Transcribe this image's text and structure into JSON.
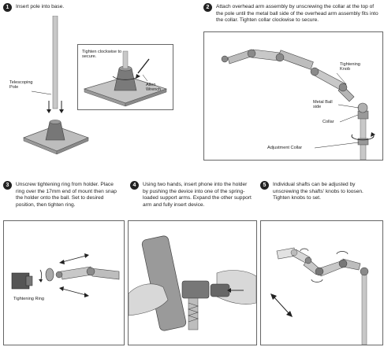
{
  "steps": [
    {
      "number": "1",
      "text": "Insert pole into base."
    },
    {
      "number": "2",
      "text": "Attach overhead arm assembly by unscrewing the collar at the top of the pole until the metal ball side of the overhead arm assembly fits into the collar. Tighten collar clockwise to secure."
    },
    {
      "number": "3",
      "text": "Unscrew tightening ring from holder. Place ring over the 17mm end of mount then snap the holder onto the ball. Set to desired position, then tighten ring."
    },
    {
      "number": "4",
      "text": "Using two hands, insert phone into the holder by pushing the device into one of the spring-loaded support arms. Expand the other support arm and fully insert device."
    },
    {
      "number": "5",
      "text": "Individual shafts can be adjusted by unscrewing the shafts' knobs to loosen. Tighten knobs to set."
    }
  ],
  "labels": {
    "telescoping_pole": "Telescoping Pole",
    "tighten_clockwise": "Tighten clockwise to secure.",
    "allen_wrench": "Allen Wrench",
    "tightening_knob": "Tightening Knob",
    "metal_ball_side": "Metal Ball side",
    "collar": "Collar",
    "adjustment_collar": "Adjustment Collar",
    "tightening_ring": "Tightening Ring"
  },
  "colors": {
    "ink": "#222222",
    "metal_light": "#d4d4d4",
    "metal_dark": "#8a8a8a",
    "panel_border": "#666666"
  }
}
